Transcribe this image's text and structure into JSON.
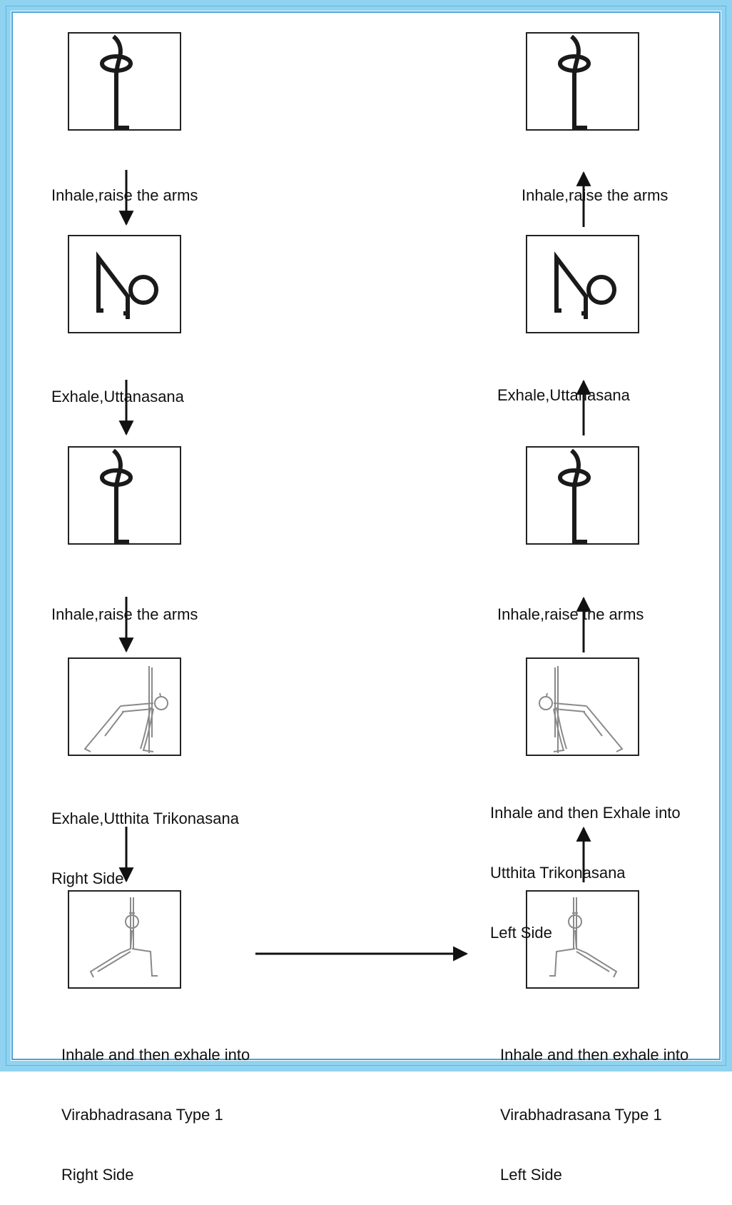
{
  "steps": {
    "l1": {
      "pose": "tadasana-arms-raised",
      "line1": "Inhale,raise the arms"
    },
    "l2": {
      "pose": "uttanasana",
      "line1": "Exhale,Uttanasana"
    },
    "l3": {
      "pose": "tadasana-arms-raised",
      "line1": "Inhale,raise the arms"
    },
    "l4": {
      "pose": "trikonasana-right",
      "line1": "Exhale,Utthita Trikonasana",
      "line2": "Right Side"
    },
    "l5": {
      "pose": "virabhadrasana-right",
      "line1": "Inhale and then exhale into",
      "line2": "Virabhadrasana Type 1",
      "line3": "Right Side"
    },
    "r5": {
      "pose": "virabhadrasana-left",
      "line1": "Inhale and then exhale into",
      "line2": "Virabhadrasana Type 1",
      "line3": "Left Side"
    },
    "r4": {
      "pose": "trikonasana-left",
      "line1": "Inhale and then Exhale into",
      "line2": "Utthita Trikonasana",
      "line3": "Left Side"
    },
    "r3": {
      "pose": "tadasana-arms-raised",
      "line1": "Inhale,raise the arms"
    },
    "r2": {
      "pose": "uttanasana",
      "line1": "Exhale,Uttanasana"
    },
    "r1": {
      "pose": "tadasana-arms-raised",
      "line1": "Inhale,raise the arms"
    }
  },
  "colors": {
    "frame": "#8fd3f0",
    "frame_line": "#4ba3d6",
    "ink": "#111111",
    "sketch": "#777777"
  }
}
